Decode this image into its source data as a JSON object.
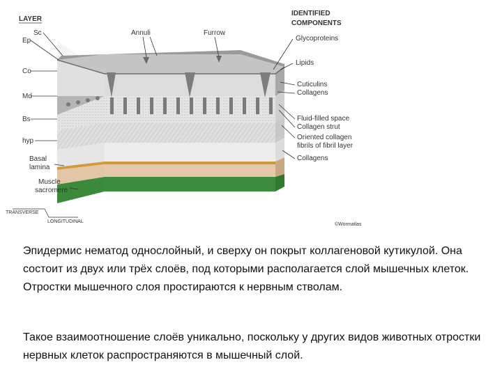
{
  "figure": {
    "header_layer": "LAYER",
    "header_components": [
      "IDENTIFIED",
      "COMPONENTS"
    ],
    "layer_labels": [
      "Sc",
      "Ep",
      "Co",
      "Md",
      "Bs",
      "hyp",
      "Basal",
      "lamina",
      "Muscle",
      "sacromere"
    ],
    "top_labels": [
      "Annuli",
      "Furrow"
    ],
    "components": [
      "Glycoproteins",
      "Lipids",
      "Cuticulins",
      "Collagens",
      "Fluid-filled space",
      "Collagen strut",
      "Oriented collagen",
      "fibrils of fibril layer",
      "Collagens"
    ],
    "axis_labels": [
      "TRANSVERSE",
      "LONGITUDINAL"
    ],
    "credit": "©Wormatlas"
  },
  "caption": {
    "para1": "Эпидермис нематод однослойный, и сверху он покрыт коллагеновой кутикулой. Она состоит из двух или трёх слоёв, под которыми располагается слой мышечных клеток. Отростки мышечного слоя простираются к нервным стволам.",
    "para2": "Такое взаимоотношение слоёв уникально, поскольку у других видов животных отростки нервных клеток распространяются в мышечный слой."
  }
}
